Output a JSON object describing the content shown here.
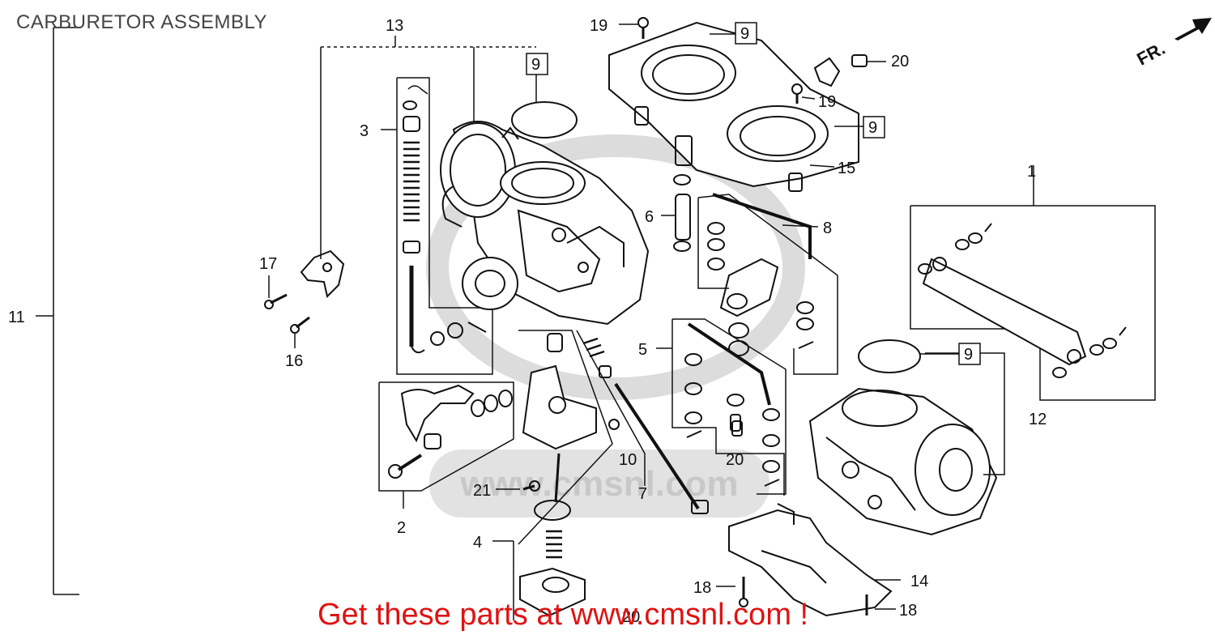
{
  "header": {
    "title": "CARBURETOR ASSEMBLY"
  },
  "orientation": {
    "label": "FR."
  },
  "watermark": {
    "url": "www.cmsnl.com"
  },
  "footer": {
    "promo": "Get these parts at www.cmsnl.com !"
  },
  "callouts": {
    "c1": "1",
    "c2": "2",
    "c3": "3",
    "c4": "4",
    "c5": "5",
    "c6": "6",
    "c7": "7",
    "c8": "8",
    "c9a": "9",
    "c9b": "9",
    "c9c": "9",
    "c9d": "9",
    "c10": "10",
    "c11": "11",
    "c12": "12",
    "c13": "13",
    "c14": "14",
    "c15": "15",
    "c16": "16",
    "c17": "17",
    "c18a": "18",
    "c18b": "18",
    "c19a": "19",
    "c19b": "19",
    "c20a": "20",
    "c20b": "20",
    "c20c": "20",
    "c21": "21"
  },
  "colors": {
    "line": "#111111",
    "promo": "#e01212",
    "title": "#444444",
    "watermark": "#d6d6d6"
  }
}
